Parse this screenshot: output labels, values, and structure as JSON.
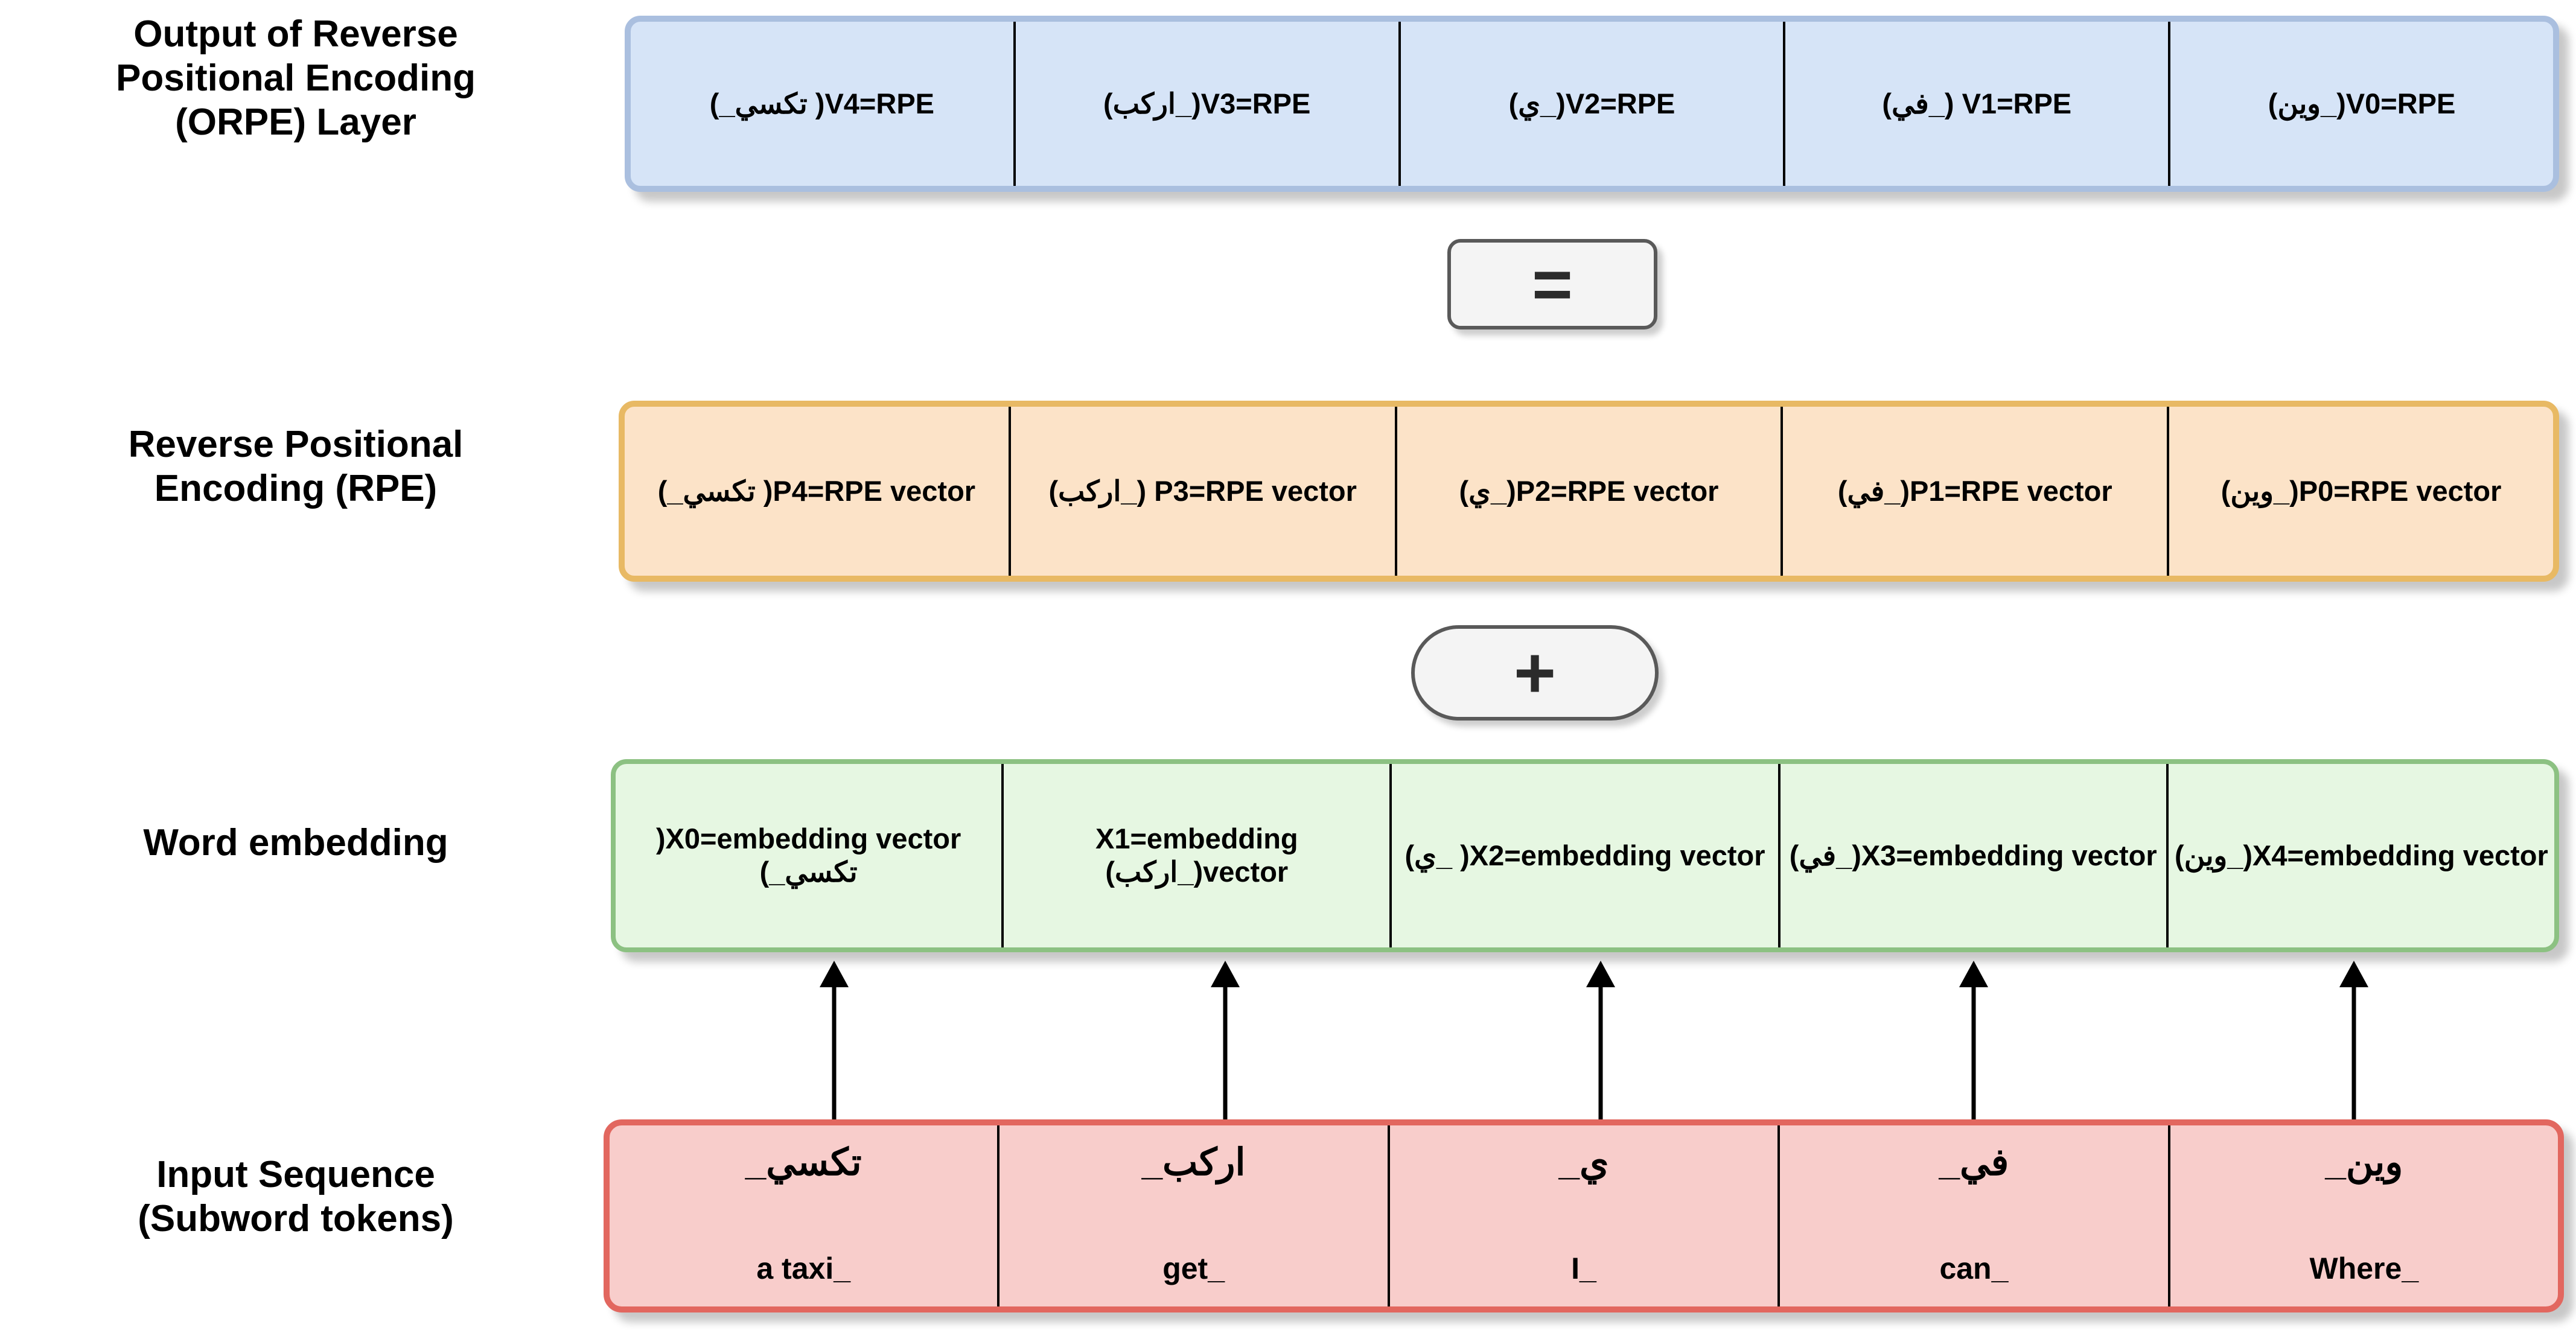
{
  "diagram": {
    "title_rows": {
      "orpe": "Output of Reverse Positional Encoding (ORPE) Layer",
      "rpe": "Reverse Positional Encoding (RPE)",
      "embedding": "Word embedding",
      "input": "Input Sequence (Subword tokens)"
    }
  },
  "labels": {
    "orpe_line1": "Output of Reverse",
    "orpe_line2": "Positional Encoding",
    "orpe_line3": "(ORPE) Layer",
    "rpe_line1": "Reverse Positional",
    "rpe_line2": "Encoding (RPE)",
    "embedding": "Word embedding",
    "input_line1": "Input Sequence",
    "input_line2": "(Subword tokens)"
  },
  "operators": {
    "equals": "=",
    "plus": "+"
  },
  "orpe_row": {
    "cells": [
      "V4=RPE( ‎تكسي_‎)",
      "V3=RPE(‎_اركب‎)",
      "V2=RPE(‎_ي‎)",
      "V1=RPE (‎_في‎)",
      "V0=RPE(‎_وين‎)"
    ]
  },
  "rpe_row": {
    "cells": [
      "P4=RPE vector( ‎تكسي_‎)",
      "P3=RPE vector (‎_اركب‎)",
      "P2=RPE vector(‎_ي‎)",
      "P1=RPE vector(‎_في‎)",
      "P0=RPE vector(‎_وين‎)"
    ]
  },
  "embedding_row": {
    "cells": [
      "X0=embedding vector( ‎تكسي_‎)",
      "X1=embedding vector(‎_اركب‎)",
      "X2=embedding vector( ‎_ي‎)",
      "X3=embedding vector(‎_في‎)",
      "X4=embedding vector(‎_وين‎)"
    ]
  },
  "input_row": {
    "cells": [
      {
        "arabic": "تكسي_",
        "english": "a taxi_"
      },
      {
        "arabic": "اركب_",
        "english": "get_"
      },
      {
        "arabic": "ي_",
        "english": "I_"
      },
      {
        "arabic": "في_",
        "english": "can_"
      },
      {
        "arabic": "وين_",
        "english": "Where_"
      }
    ]
  },
  "colors": {
    "orpe_fill": "#d6e4f7",
    "orpe_border": "#aabfdf",
    "rpe_fill": "#fce3c8",
    "rpe_border": "#e8b964",
    "embedding_fill": "#e6f7e2",
    "embedding_border": "#8cc182",
    "input_fill": "#f8cdcb",
    "input_border": "#e2675f",
    "badge_fill": "#f4f4f4",
    "badge_border": "#595959",
    "divider": "#000000",
    "arrow": "#000000"
  },
  "arrows": {
    "count": 5,
    "direction": "up",
    "from": "input-sequence",
    "to": "word-embedding"
  }
}
